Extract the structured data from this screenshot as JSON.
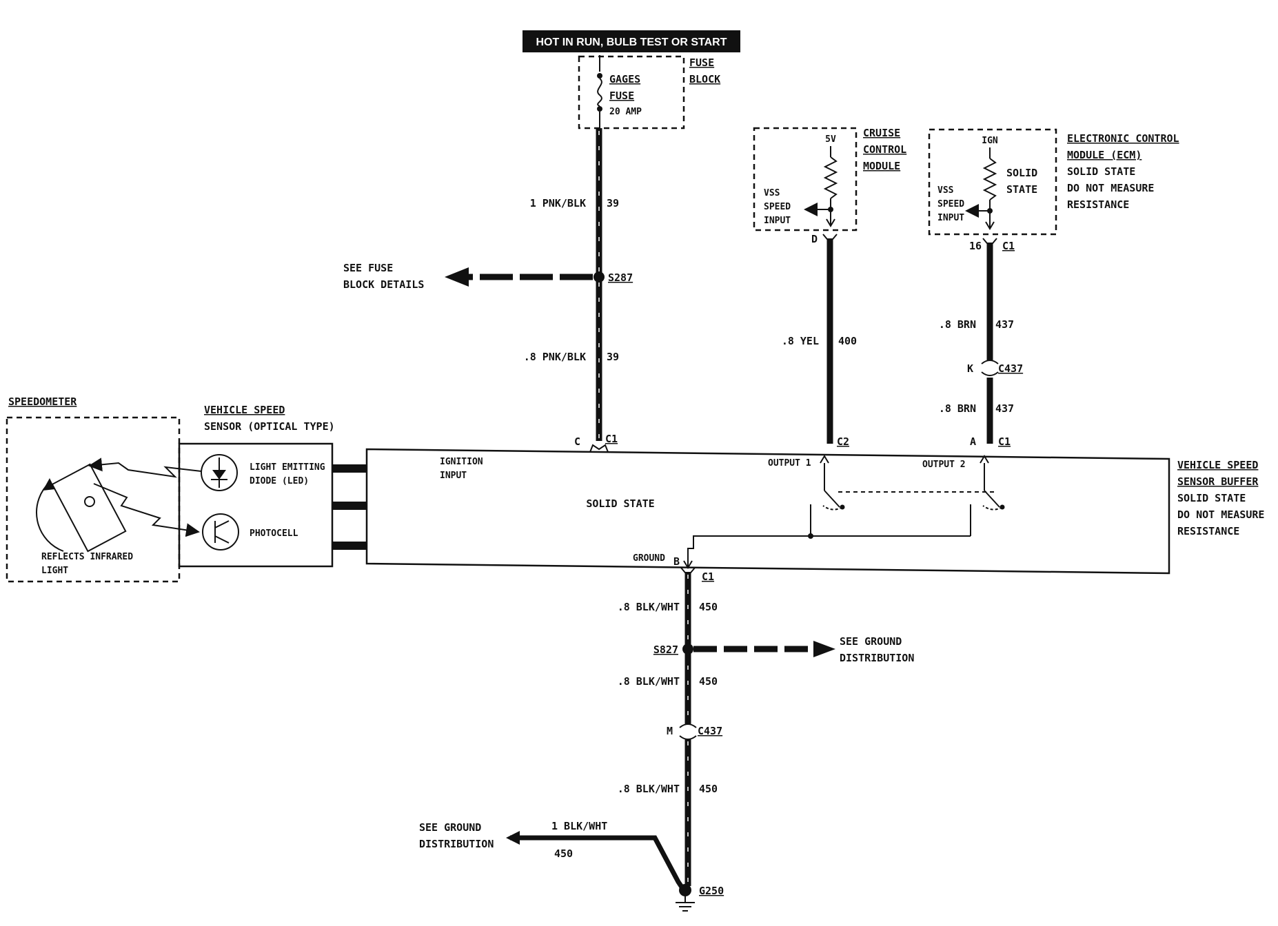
{
  "power_banner": "HOT IN RUN, BULB TEST OR START",
  "fuse_block": {
    "label1": "FUSE",
    "label2": "BLOCK",
    "fuse_name1": "GAGES",
    "fuse_name2": "FUSE",
    "fuse_rating": "20 AMP"
  },
  "wires": {
    "w1_color": "1 PNK/BLK",
    "w1_circuit": "39",
    "w2_color": ".8 PNK/BLK",
    "w2_circuit": "39",
    "w3_color": ".8 YEL",
    "w3_circuit": "400",
    "w4_color": ".8 BRN",
    "w4_circuit": "437",
    "w5_color": ".8 BRN",
    "w5_circuit": "437",
    "w6_color": ".8 BLK/WHT",
    "w6_circuit": "450",
    "w7_color": ".8 BLK/WHT",
    "w7_circuit": "450",
    "w8_color": ".8 BLK/WHT",
    "w8_circuit": "450",
    "w9_color": "1 BLK/WHT",
    "w9_circuit": "450"
  },
  "splices": {
    "s287": "S287",
    "s827": "S827"
  },
  "refs": {
    "fuse_details1": "SEE FUSE",
    "fuse_details2": "BLOCK DETAILS",
    "ground1_l1": "SEE GROUND",
    "ground1_l2": "DISTRIBUTION",
    "ground2_l1": "SEE GROUND",
    "ground2_l2": "DISTRIBUTION"
  },
  "cruise_module": {
    "title1": "CRUISE",
    "title2": "CONTROL",
    "title3": "MODULE",
    "supply": "5V",
    "input1": "VSS",
    "input2": "SPEED",
    "input3": "INPUT",
    "pin": "D"
  },
  "ecm": {
    "title1": "ELECTRONIC CONTROL",
    "title2": "MODULE (ECM)",
    "note1": "SOLID STATE",
    "note2": "DO NOT MEASURE",
    "note3": "RESISTANCE",
    "supply": "IGN",
    "inner1": "SOLID",
    "inner2": "STATE",
    "input1": "VSS",
    "input2": "SPEED",
    "input3": "INPUT",
    "pin": "16",
    "connector": "C1"
  },
  "connectors": {
    "c437_upper_pin": "K",
    "c437_upper": "C437",
    "c437_lower_pin": "M",
    "c437_lower": "C437",
    "buf_c_pin": "C",
    "buf_c_conn": "C1",
    "buf_c2_conn": "C2",
    "buf_a_pin": "A",
    "buf_a_conn": "C1",
    "buf_b_pin": "B",
    "buf_b_conn": "C1"
  },
  "buffer": {
    "title1": "VEHICLE SPEED",
    "title2": "SENSOR BUFFER",
    "note1": "SOLID STATE",
    "note2": "DO NOT MEASURE",
    "note3": "RESISTANCE",
    "ign1": "IGNITION",
    "ign2": "INPUT",
    "center": "SOLID STATE",
    "out1": "OUTPUT 1",
    "out2": "OUTPUT 2",
    "ground": "GROUND"
  },
  "speedometer": {
    "title": "SPEEDOMETER",
    "reflect1": "REFLECTS INFRARED",
    "reflect2": "LIGHT"
  },
  "vss": {
    "title1": "VEHICLE SPEED",
    "title2": "SENSOR (OPTICAL TYPE)",
    "led1": "LIGHT EMITTING",
    "led2": "DIODE (LED)",
    "photo": "PHOTOCELL"
  },
  "ground_point": "G250"
}
